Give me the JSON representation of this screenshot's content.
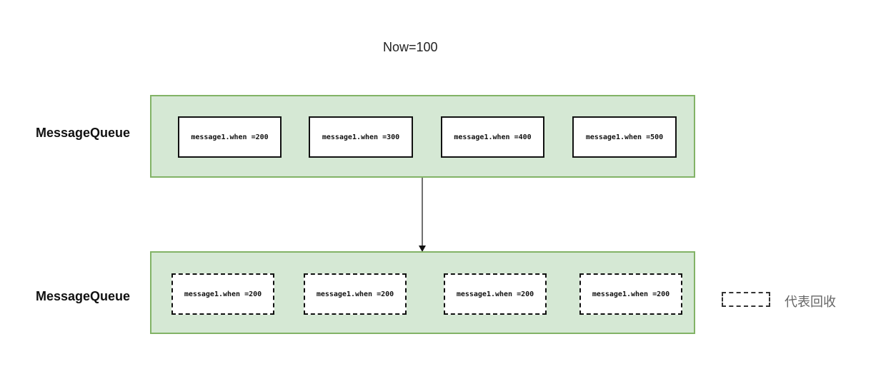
{
  "title": "Now=100",
  "queues": [
    {
      "label": "MessageQueue",
      "messages": [
        "message1.when =200",
        "message1.when =300",
        "message1.when =400",
        "message1.when =500"
      ]
    },
    {
      "label": "MessageQueue",
      "messages": [
        "message1.when =200",
        "message1.when =200",
        "message1.when =200",
        "message1.when =200"
      ]
    }
  ],
  "legend": {
    "text": "代表回收"
  },
  "colors": {
    "queue_fill": "#d5e8d4",
    "queue_stroke": "#82b366"
  }
}
